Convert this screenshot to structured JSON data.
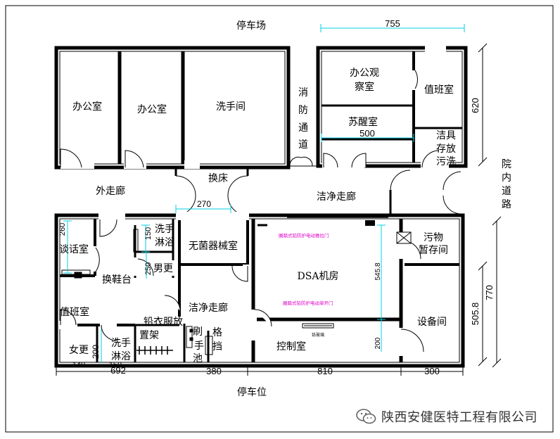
{
  "labels": {
    "parking_top": "停车场",
    "office1": "办公室",
    "office2": "办公室",
    "washroom": "洗手间",
    "fire_char1": "消",
    "fire_char2": "防",
    "fire_char3": "通",
    "fire_char4": "道",
    "office_obs_line1": "办公观",
    "office_obs_line2": "察室",
    "duty_top": "值班室",
    "recovery": "苏醒室",
    "cleaning_line1": "洁具",
    "cleaning_line2": "存放",
    "cleaning_line3": "污洗",
    "road_char1": "院",
    "road_char2": "内",
    "road_char3": "道",
    "road_char4": "路",
    "bed_change": "换床",
    "outer_corridor": "外走廊",
    "clean_corridor_top": "洁净走廊",
    "talk_room": "谈话室",
    "wash_bath_top_line1": "洗手",
    "wash_bath_top_line2": "淋浴",
    "sterile_room": "无菌器械室",
    "waste_line1": "污物",
    "waste_line2": "暂存间",
    "male_change": "男更",
    "shoe_change": "换鞋台",
    "dsa_room": "DSA机房",
    "duty_bottom": "值班室",
    "clean_corridor_bottom": "洁净走廊",
    "lead_rack_line1": "铅衣服放",
    "lead_rack_line2": "置架",
    "brush_pool_char1": "刷",
    "brush_pool_char2": "手",
    "brush_pool_char3": "池",
    "barrier_char1": "格",
    "barrier_char2": "挡",
    "equipment_room": "设备间",
    "control_room": "控制室",
    "female_change": "女更",
    "wash_bath_bottom_line1": "洗手",
    "wash_bath_bottom_line2": "淋浴",
    "parking_bottom": "停车位",
    "door_note_top": "圈踏式铅防护电动推拉门",
    "door_note_mid": "圈踏式铅防护电动单开门",
    "window_note": "铅玻璃"
  },
  "dimensions": {
    "top_755": "755",
    "right_620": "620",
    "mid_500": "500",
    "door_270": "270",
    "left_260": "260",
    "wash_150": "150",
    "male_250": "250",
    "dsa_545_8": "545.8",
    "right_770": "770",
    "right_505_8": "505.8",
    "ctrl_200": "200",
    "duty_200": "200",
    "bottom_692": "692",
    "bottom_140": "140",
    "bottom_150": "150",
    "bottom_380": "380",
    "bottom_810": "810",
    "bottom_300": "300"
  },
  "watermark": {
    "text": "陕西安健医特工程有限公司",
    "icon": "wechat-icon"
  },
  "colors": {
    "wall": "#000000",
    "dimension_line": "#00d0e0",
    "annotation": "#e000c8"
  }
}
